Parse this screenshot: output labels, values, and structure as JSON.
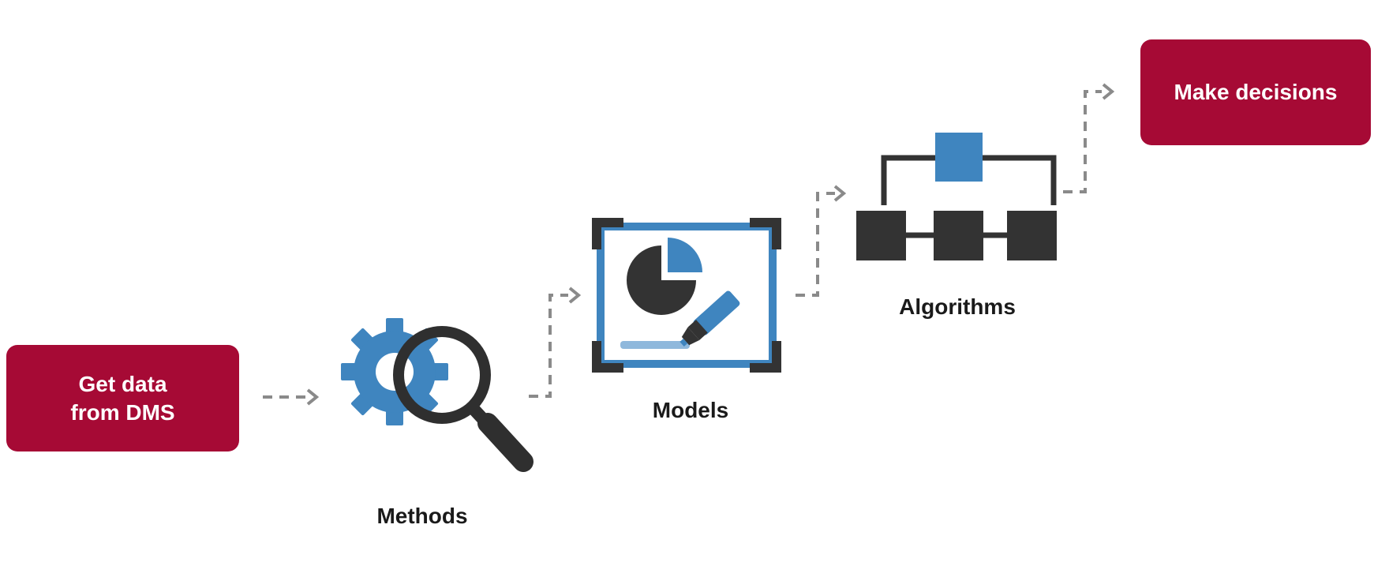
{
  "steps": {
    "start_label": "Get data from DMS",
    "methods_label": "Methods",
    "models_label": "Models",
    "algorithms_label": "Algorithms",
    "end_label": "Make decisions"
  },
  "colors": {
    "box_fill": "#a60a35",
    "box_text": "#ffffff",
    "icon_blue": "#3f85bf",
    "icon_dark": "#333333",
    "arrow_gray": "#8a8a8a",
    "label_text": "#1a1a1a"
  },
  "icons": [
    "gear-icon",
    "magnifier-icon",
    "whiteboard-pie-chart-icon",
    "marker-icon",
    "hierarchy-chart-icon"
  ]
}
